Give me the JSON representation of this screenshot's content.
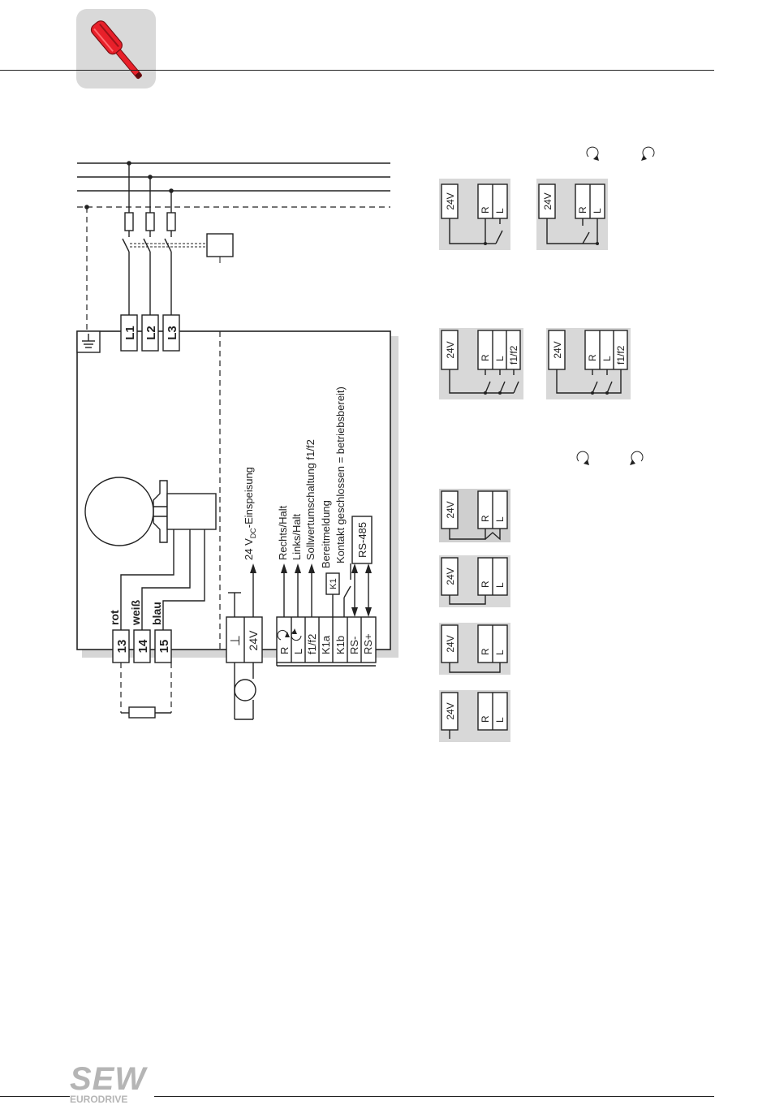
{
  "colors": {
    "logo_bg": "#d9d9d9",
    "screwdriver_red": "#e8202a",
    "panel_grey": "#d8d8d8"
  },
  "header": {
    "icon": "screwdriver-icon"
  },
  "terminals_power": [
    "L1",
    "L2",
    "L3"
  ],
  "brake_terminals": [
    {
      "num": "13",
      "color": "rot"
    },
    {
      "num": "14",
      "color": "weiß"
    },
    {
      "num": "15",
      "color": "blau"
    }
  ],
  "supply": {
    "ground_symbol": "⊥",
    "voltage": "24V",
    "label_main": "24 V",
    "label_sub": "DC",
    "label_tail": "-Einspeisung"
  },
  "control_terminals": [
    "R",
    "L",
    "f1/f2",
    "K1a",
    "K1b",
    "RS-",
    "RS+"
  ],
  "signal_labels": [
    "Rechts/Halt",
    "Links/Halt",
    "Sollwertumschaltung f1/f2",
    "Bereitmeldung",
    "Kontakt geschlossen = betriebsbereit)"
  ],
  "rs485_label": "RS-485",
  "relay_label": "K1",
  "panel_labels": {
    "v24": "24V",
    "r": "R",
    "l": "L",
    "f1f2": "f1/f2"
  },
  "logo": {
    "brand": "SEW",
    "sub": "EURODRIVE"
  }
}
